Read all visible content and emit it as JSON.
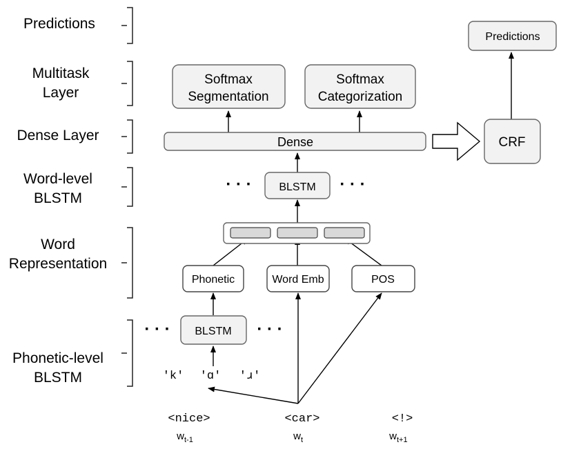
{
  "layer_labels": {
    "predictions": "Predictions",
    "multitask_line1": "Multitask",
    "multitask_line2": "Layer",
    "dense": "Dense Layer",
    "word_blstm_line1": "Word-level",
    "word_blstm_line2": "BLSTM",
    "word_rep_line1": "Word",
    "word_rep_line2": "Representation",
    "phonetic_blstm_line1": "Phonetic-level",
    "phonetic_blstm_line2": "BLSTM"
  },
  "nodes": {
    "softmax_seg_line1": "Softmax",
    "softmax_seg_line2": "Segmentation",
    "softmax_cat_line1": "Softmax",
    "softmax_cat_line2": "Categorization",
    "dense": "Dense",
    "word_blstm": "BLSTM",
    "phonetic": "Phonetic",
    "word_emb": "Word Emb",
    "pos": "POS",
    "phonetic_blstm": "BLSTM",
    "crf": "CRF",
    "predictions": "Predictions"
  },
  "ellipsis": "· · ·",
  "phonemes": [
    "'k'",
    "'ɑ'",
    "'ɹ'"
  ],
  "tokens": [
    {
      "word": "<nice>",
      "sub_base": "w",
      "sub": "t-1"
    },
    {
      "word": "<car>",
      "sub_base": "w",
      "sub": "t"
    },
    {
      "word": "<!>",
      "sub_base": "w",
      "sub": "t+1"
    }
  ],
  "colors": {
    "box_fill": "#f2f2f2",
    "box_stroke": "#666666",
    "segment_fill": "#d9d9d9",
    "line": "#000000",
    "bracket": "#222222"
  }
}
